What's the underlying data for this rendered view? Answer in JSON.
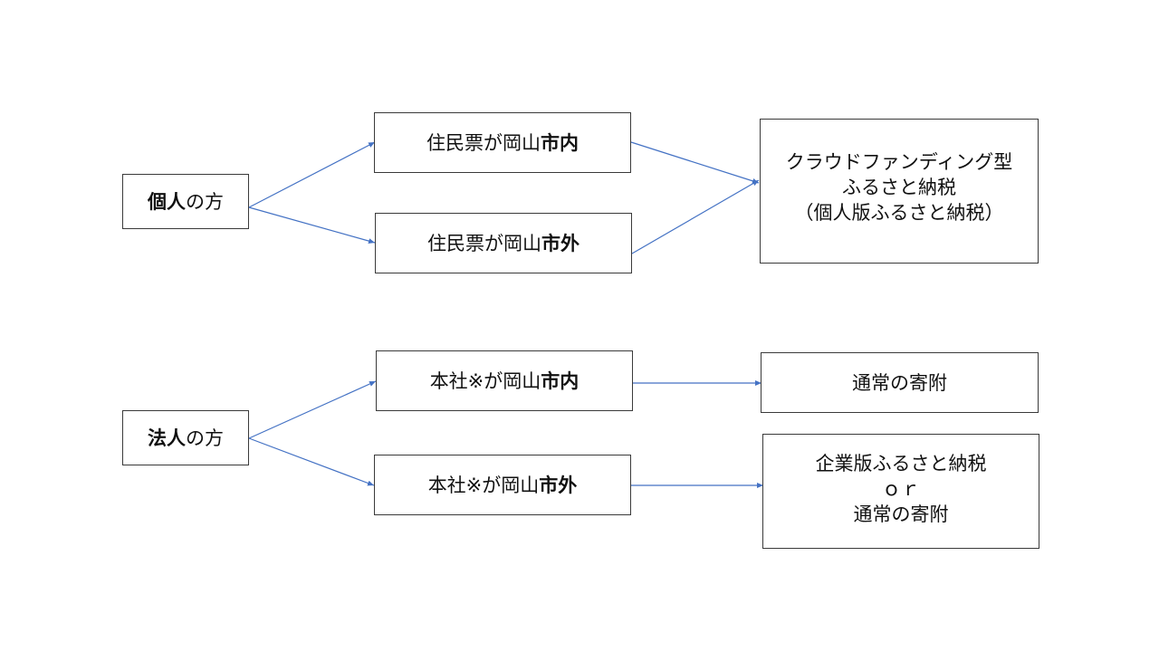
{
  "colors": {
    "arrow": "#4472c4",
    "border": "#3a3a3a",
    "text": "#111111"
  },
  "individual": {
    "head": {
      "bold": "個人",
      "rest": "の方"
    },
    "inside": {
      "plain": "住民票が岡山",
      "bold": "市内"
    },
    "outside": {
      "plain": "住民票が岡山",
      "bold": "市外"
    },
    "result": {
      "line1": "クラウドファンディング型",
      "line2": "ふるさと納税",
      "line3": "（個人版ふるさと納税）"
    }
  },
  "corporate": {
    "head": {
      "bold": "法人",
      "rest": "の方"
    },
    "inside": {
      "plain": "本社※が岡山",
      "bold": "市内"
    },
    "outside": {
      "plain": "本社※が岡山",
      "bold": "市外"
    },
    "result_inside": {
      "line1": "通常の寄附"
    },
    "result_outside": {
      "line1": "企業版ふるさと納税",
      "line2": "ｏｒ",
      "line3": "通常の寄附"
    }
  }
}
